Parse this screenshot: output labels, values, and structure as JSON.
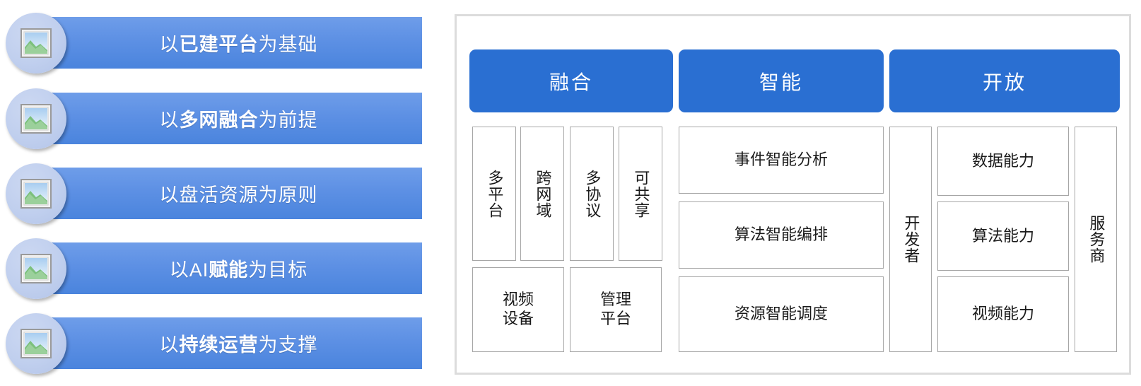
{
  "left_panel": {
    "name": "principles-ribbon-list",
    "icon": "picture-placeholder-icon",
    "items": [
      {
        "prefix": "以",
        "strong": "已建平台",
        "suffix": "为基础",
        "full": "以已建平台为基础"
      },
      {
        "prefix": "以",
        "strong": "多网融合",
        "suffix": "为前提",
        "full": "以多网融合为前提"
      },
      {
        "prefix": "以盘活资源为原则",
        "strong": "",
        "suffix": "",
        "full": "以盘活资源为原则"
      },
      {
        "prefix": "以AI",
        "strong": "赋能",
        "suffix": "为目标",
        "full": "以AI赋能为目标"
      },
      {
        "prefix": "以",
        "strong": "持续运营",
        "suffix": "为支撑",
        "full": "以持续运营为支撑"
      }
    ]
  },
  "arch_panel": {
    "columns": [
      {
        "key": "fusion",
        "caption": "融合",
        "vertical_cells": [
          "多平台",
          "跨网域",
          "多协议",
          "可共享"
        ],
        "bottom_cells": [
          "视频\n设备",
          "管理\n平台"
        ]
      },
      {
        "key": "intelligence",
        "caption": "智能",
        "rows": [
          "事件智能分析",
          "算法智能编排",
          "资源智能调度"
        ]
      },
      {
        "key": "openness",
        "caption": "开放",
        "left_vertical": "开发者",
        "middle_cells": [
          "数据能力",
          "算法能力",
          "视频能力"
        ],
        "right_vertical": "服务商"
      }
    ]
  },
  "colors": {
    "caption_blue": "#2a6fd2",
    "ribbon_blue_top": "#6e9de9",
    "ribbon_blue_bottom": "#4a84dd",
    "badge_blue": "#c0cfee",
    "panel_border": "#dcdcdc",
    "cell_border": "#a6a6a6",
    "text_light": "#ffffff",
    "text_dark": "#1a1a1a"
  }
}
